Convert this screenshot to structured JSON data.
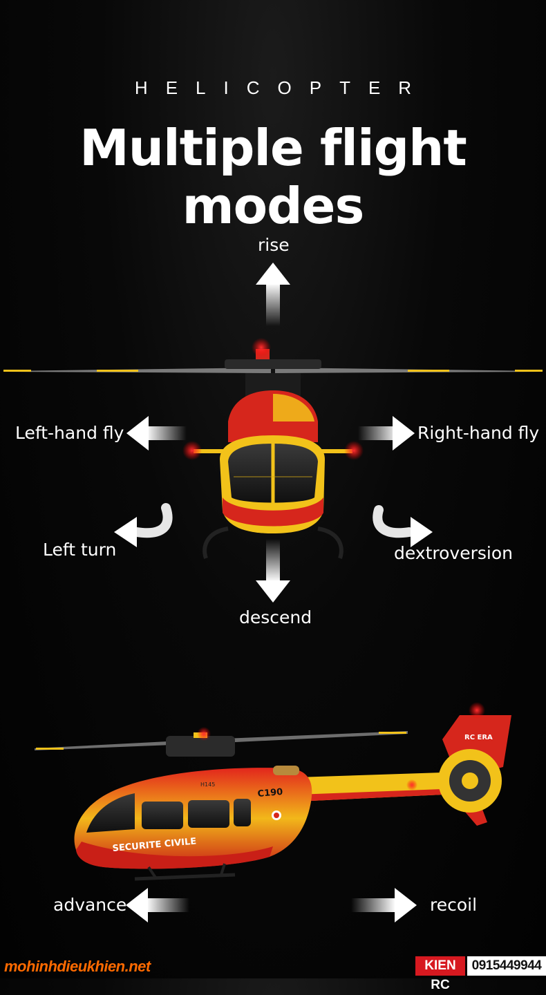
{
  "header": {
    "subtitle": "HELICOPTER",
    "title": "Multiple flight modes"
  },
  "front_view_modes": {
    "rise": "rise",
    "left_hand_fly": "Left-hand fly",
    "right_hand_fly": "Right-hand fly",
    "left_turn": "Left turn",
    "dextroversion": "dextroversion",
    "descend": "descend"
  },
  "side_view_modes": {
    "advance": "advance",
    "recoil": "recoil"
  },
  "helicopter_markings": {
    "livery_text": "SECURITE CIVILE",
    "model_code": "C190",
    "type_code": "H145",
    "tail_logo": "RC ERA"
  },
  "footer": {
    "website": "mohinhdieukhien.net",
    "brand": "KIEN RC",
    "phone": "0915449944"
  },
  "colors": {
    "background": "#050505",
    "heli_red": "#d6261c",
    "heli_yellow": "#f2c21a",
    "footer_website": "#ff6a00",
    "footer_brand_bg": "#d71920"
  }
}
